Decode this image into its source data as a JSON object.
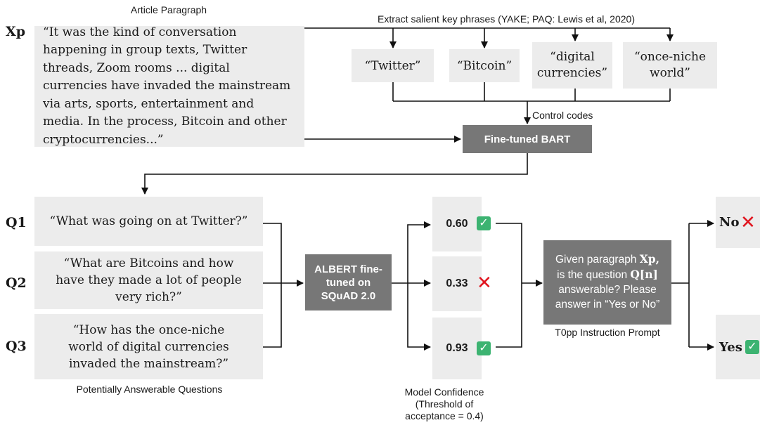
{
  "labels": {
    "article_paragraph": "Article Paragraph",
    "extract": "Extract salient key phrases (YAKE; PAQ: Lewis et al, 2020)",
    "control_codes": "Control codes",
    "potentially_answerable": "Potentially Answerable Questions",
    "model_confidence": "Model Confidence (Threshold of acceptance = 0.4)",
    "t0pp_prompt": "T0pp Instruction Prompt"
  },
  "rows": {
    "xp": "Xp",
    "q1": "Q1",
    "q2": "Q2",
    "q3": "Q3"
  },
  "paragraph": "“It was the kind of conversation happening in group texts, Twitter threads, Zoom rooms ... digital currencies have invaded the mainstream via arts, sports, entertainment and media. In the process, Bitcoin and other cryptocurrencies...”",
  "keyphrases": [
    "“Twitter”",
    "“Bitcoin”",
    "“digital currencies”",
    "“once-niche world”"
  ],
  "bart": "Fine-tuned BART",
  "questions": [
    "“What was going on at Twitter?”",
    "“What are Bitcoins and how have they made a lot of people very rich?”",
    "“How has the once-niche world of digital currencies invaded the mainstream?”"
  ],
  "albert": "ALBERT fine-tuned on SQuAD 2.0",
  "confidences": [
    {
      "value": "0.60",
      "icon": "check-icon"
    },
    {
      "value": "0.33",
      "icon": "cross-icon"
    },
    {
      "value": "0.93",
      "icon": "check-icon"
    }
  ],
  "prompt": {
    "part1": "Given paragraph",
    "xp": "Xp,",
    "part2": "is the question",
    "qn": "Q[n]",
    "part3": "answerable? Please answer in “Yes or No”"
  },
  "answers": [
    {
      "value": "No",
      "icon": "cross-icon"
    },
    {
      "value": "Yes",
      "icon": "check-icon"
    }
  ],
  "colors": {
    "box_light": "#ececec",
    "box_dark": "#777777",
    "check": "#3cb371",
    "cross": "#e0141e"
  }
}
